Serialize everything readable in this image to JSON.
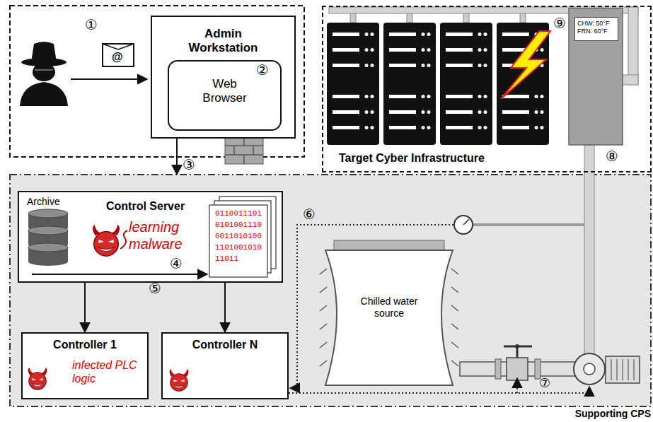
{
  "diagram": {
    "nodes": [
      {
        "text": [
          "Admin Workstation"
        ]
      },
      {
        "text": [
          "Web Browser"
        ],
        "in": 0
      },
      {
        "text": [
          "Target Cyber Infrastructure"
        ]
      },
      {
        "text": [
          "CHW: 50°F FRN: 60°F"
        ],
        "in": 2
      },
      {
        "text": [
          "Supporting CPS"
        ]
      },
      {
        "text": [
          "Control Server",
          "learning malware"
        ],
        "in": 4
      },
      {
        "text": [
          "Chilled water source"
        ],
        "in": 4
      },
      {
        "text": [
          "Controller 1",
          "infected PLC logic"
        ],
        "in": 4
      },
      {
        "text": [
          "Controller N"
        ],
        "in": 4
      }
    ],
    "edges": [
      {
        "from": 1,
        "to": 4,
        "arrow": "to"
      },
      {
        "from": 5,
        "to": 7,
        "arrow": "to"
      },
      {
        "from": 5,
        "to": 8,
        "arrow": "to"
      }
    ],
    "labels": [
      "①",
      "@",
      "②",
      "⑨",
      "③",
      "⑧",
      "Archive",
      "0110011101",
      "0101001110",
      "0011010100",
      "1101001010",
      "11011",
      "⑥",
      "④",
      "⑤",
      "⑦"
    ]
  }
}
